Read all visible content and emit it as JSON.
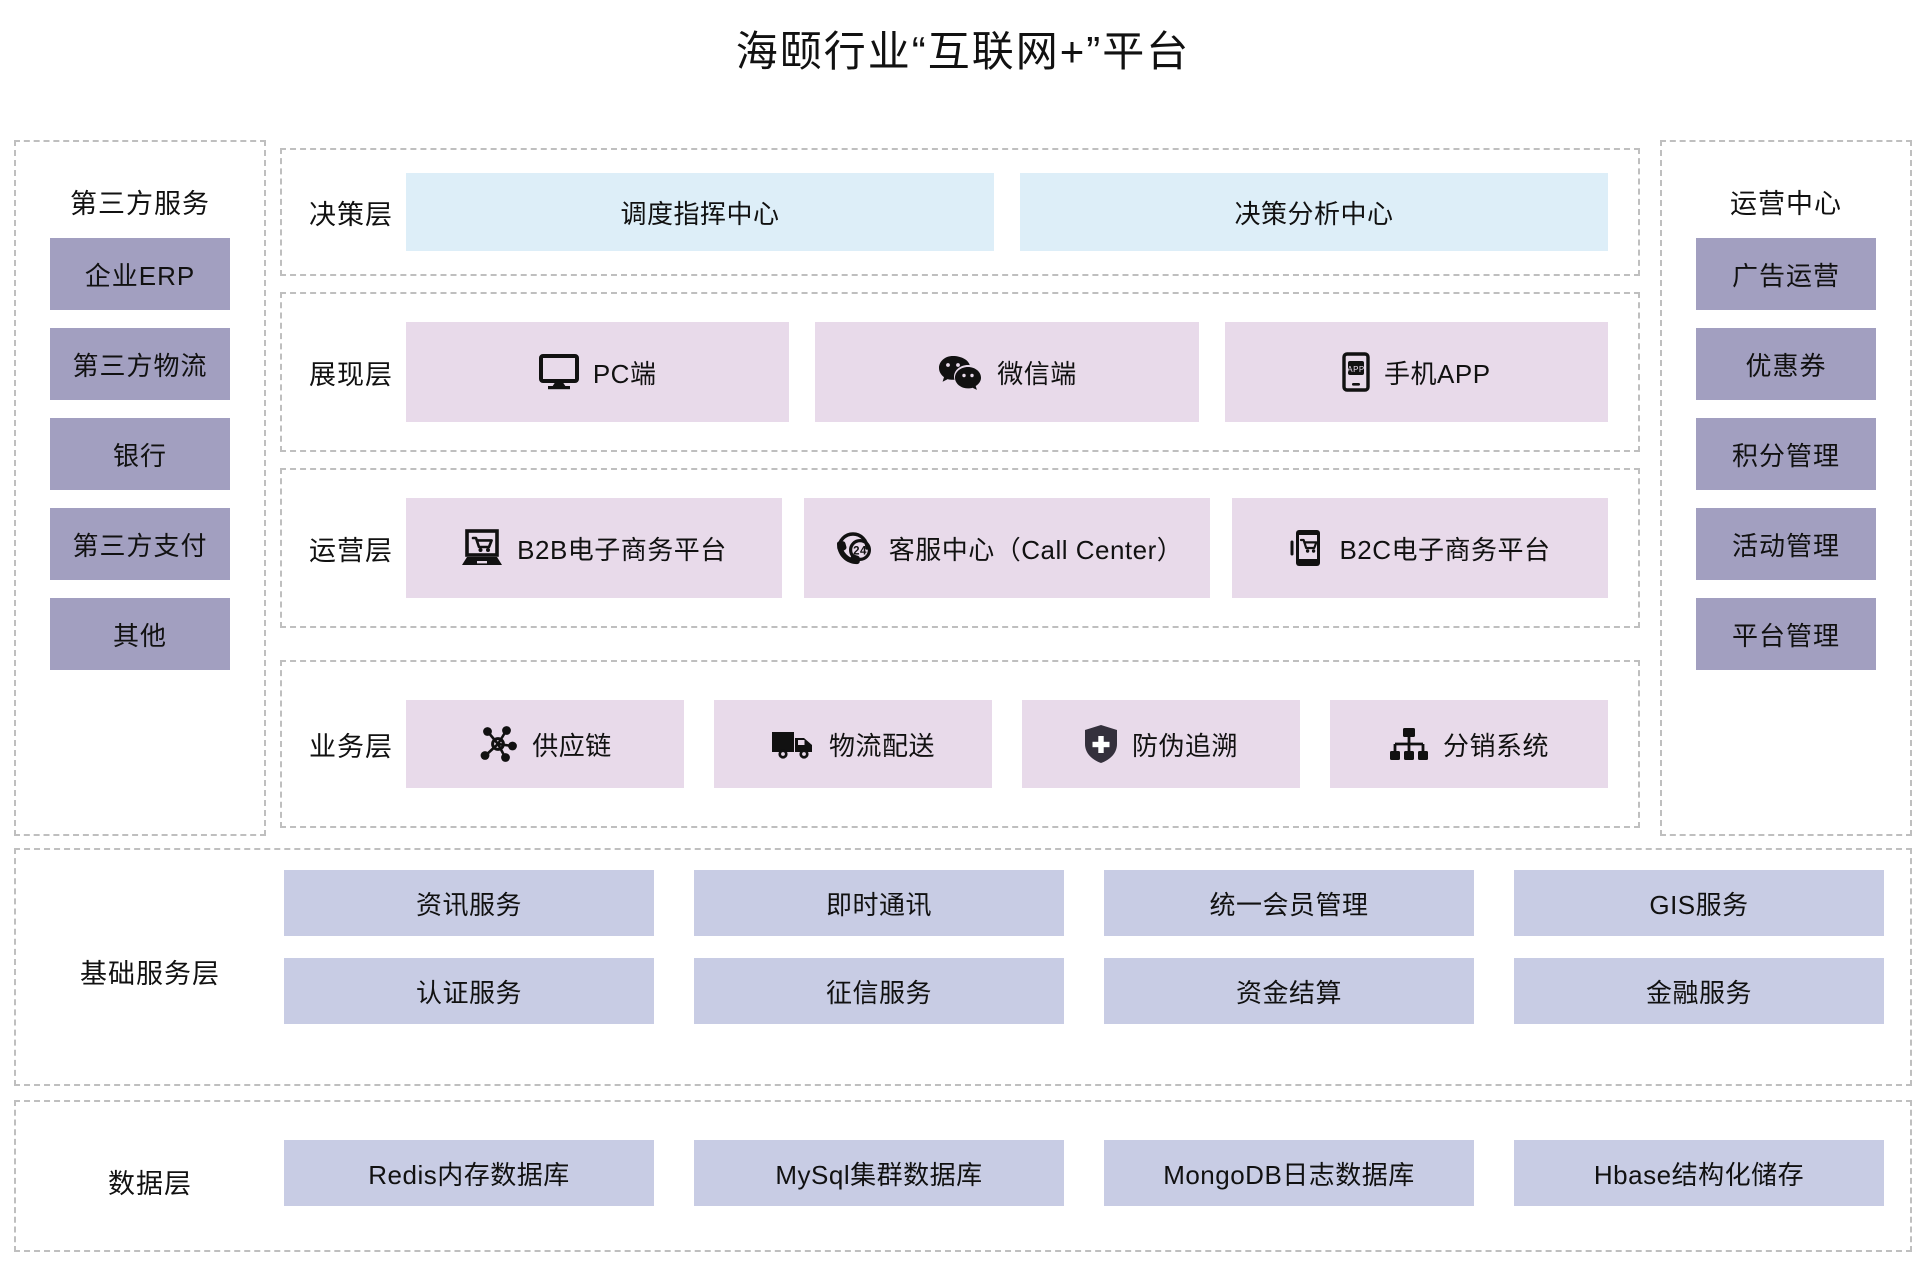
{
  "title": "海颐行业“互联网+”平台",
  "colors": {
    "purple": "#a29fc0",
    "blue": "#ddeef8",
    "pink": "#e8daea",
    "periwinkle": "#c8cce4",
    "dashed_border": "#bfbfbf",
    "text": "#111111"
  },
  "left_panel": {
    "heading": "第三方服务",
    "items": [
      {
        "label": "企业ERP"
      },
      {
        "label": "第三方物流"
      },
      {
        "label": "银行"
      },
      {
        "label": "第三方支付"
      },
      {
        "label": "其他"
      }
    ]
  },
  "right_panel": {
    "heading": "运营中心",
    "items": [
      {
        "label": "广告运营"
      },
      {
        "label": "优惠券"
      },
      {
        "label": "积分管理"
      },
      {
        "label": "活动管理"
      },
      {
        "label": "平台管理"
      }
    ]
  },
  "layers": [
    {
      "label": "决策层",
      "style": "blue",
      "items": [
        {
          "label": "调度指挥中心",
          "icon": null
        },
        {
          "label": "决策分析中心",
          "icon": null
        }
      ]
    },
    {
      "label": "展现层",
      "style": "pink",
      "items": [
        {
          "label": "PC端",
          "icon": "monitor-icon"
        },
        {
          "label": "微信端",
          "icon": "wechat-icon"
        },
        {
          "label": "手机APP",
          "icon": "mobile-app-icon"
        }
      ]
    },
    {
      "label": "运营层",
      "style": "pink",
      "items": [
        {
          "label": "B2B电子商务平台",
          "icon": "laptop-cart-icon"
        },
        {
          "label": "客服中心（Call Center）",
          "icon": "phone-24-icon"
        },
        {
          "label": "B2C电子商务平台",
          "icon": "mobile-cart-icon"
        }
      ]
    },
    {
      "label": "业务层",
      "style": "pink",
      "items": [
        {
          "label": "供应链",
          "icon": "network-nodes-icon"
        },
        {
          "label": "物流配送",
          "icon": "truck-icon"
        },
        {
          "label": "防伪追溯",
          "icon": "shield-plus-icon"
        },
        {
          "label": "分销系统",
          "icon": "hierarchy-icon"
        }
      ]
    }
  ],
  "base_service_layer": {
    "label": "基础服务层",
    "style": "periwinkle",
    "items": [
      {
        "label": "资讯服务"
      },
      {
        "label": "即时通讯"
      },
      {
        "label": "统一会员管理"
      },
      {
        "label": "GIS服务"
      },
      {
        "label": "认证服务"
      },
      {
        "label": "征信服务"
      },
      {
        "label": "资金结算"
      },
      {
        "label": "金融服务"
      }
    ]
  },
  "data_layer": {
    "label": "数据层",
    "style": "periwinkle",
    "items": [
      {
        "label": "Redis内存数据库"
      },
      {
        "label": "MySql集群数据库"
      },
      {
        "label": "MongoDB日志数据库"
      },
      {
        "label": "Hbase结构化储存"
      }
    ]
  }
}
